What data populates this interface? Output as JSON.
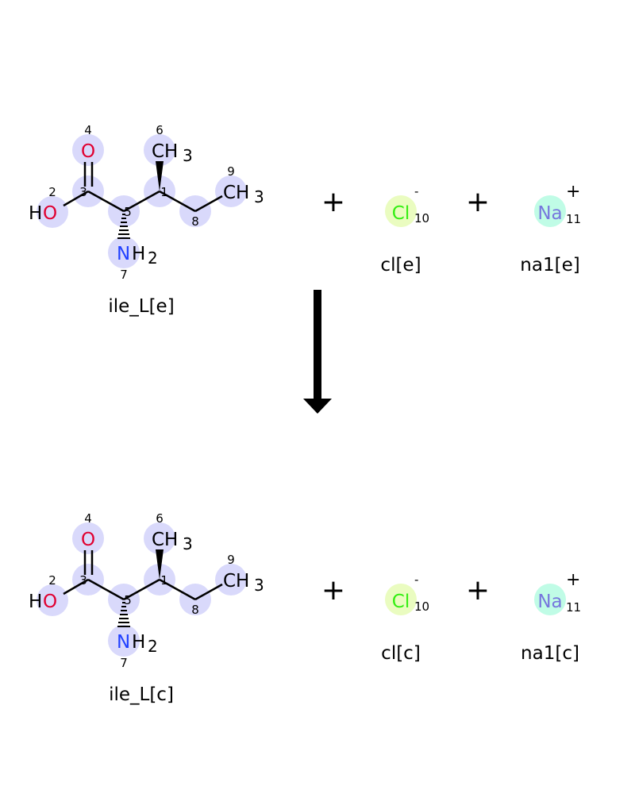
{
  "colors": {
    "oxygen": "#e00030",
    "nitrogen": "#2040ff",
    "chlorine": "#33ee11",
    "sodium": "#7777dd",
    "highlight": "#d9d9fb",
    "cl_highlight": "#eafcc0",
    "na_highlight": "#c0fce6"
  },
  "reaction": {
    "plus_sign": "+",
    "reactants": {
      "ile": {
        "name": "ile_L[e]"
      },
      "cl": {
        "name": "cl[e]"
      },
      "na": {
        "name": "na1[e]"
      }
    },
    "products": {
      "ile": {
        "name": "ile_L[c]"
      },
      "cl": {
        "name": "cl[c]"
      },
      "na": {
        "name": "na1[c]"
      }
    }
  },
  "atoms": {
    "o": "O",
    "h": "H",
    "n": "N",
    "c": "C",
    "cl": "Cl",
    "na": "Na",
    "h2_sub": "2",
    "h3_sub": "3",
    "minus": "-",
    "plus": "+",
    "idx": {
      "1": "1",
      "2": "2",
      "3": "3",
      "4": "4",
      "5": "5",
      "6": "6",
      "7": "7",
      "8": "8",
      "9": "9",
      "10": "10",
      "11": "11"
    }
  }
}
